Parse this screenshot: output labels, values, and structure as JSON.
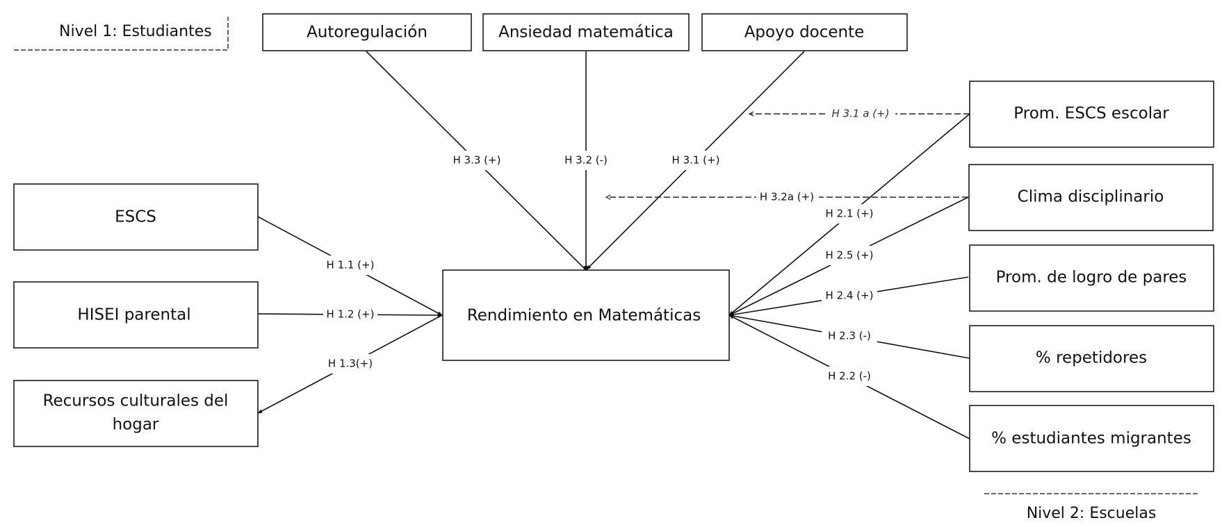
{
  "levels": {
    "students": "Nivel 1: Estudiantes",
    "schools": "Nivel 2: Escuelas"
  },
  "nodes": {
    "autoregulacion": [
      "Autoregulación"
    ],
    "ansiedad": [
      "Ansiedad matemática"
    ],
    "apoyo": [
      "Apoyo docente"
    ],
    "escs": [
      "ESCS"
    ],
    "hisei": [
      "HISEI parental"
    ],
    "recursos": [
      "Recursos culturales del",
      "hogar"
    ],
    "rendimiento": [
      "Rendimiento en Matemáticas"
    ],
    "prom_escs": [
      "Prom. ESCS escolar"
    ],
    "clima": [
      "Clima disciplinario"
    ],
    "prom_logro": [
      "Prom. de logro de pares"
    ],
    "repetidores": [
      "% repetidores"
    ],
    "migrantes": [
      "% estudiantes migrantes"
    ]
  },
  "hypotheses": {
    "h33": "H 3.3 (+)",
    "h32": "H 3.2 (-)",
    "h31": "H 3.1 (+)",
    "h31a": "H 3.1 a (+)",
    "h32a": "H 3.2a (+)",
    "h11": "H 1.1 (+)",
    "h12": "H 1.2 (+)",
    "h13": "H 1.3(+)",
    "h21": "H 2.1 (+)",
    "h25": "H 2.5 (+)",
    "h24": "H 2.4 (+)",
    "h23": "H 2.3 (-)",
    "h22": "H 2.2 (-)"
  }
}
